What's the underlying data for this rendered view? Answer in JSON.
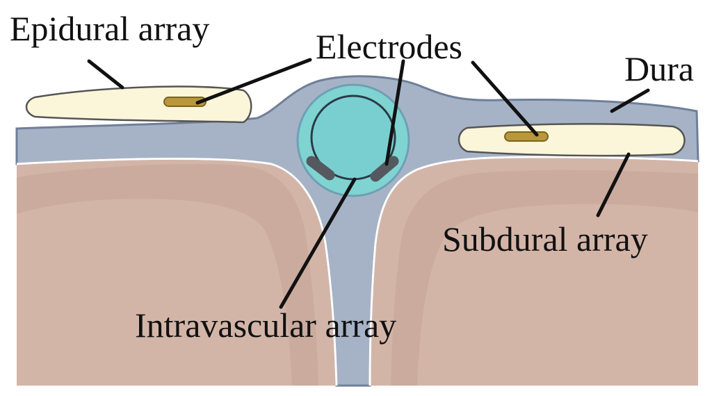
{
  "labels": {
    "epidural": "Epidural array",
    "electrodes": "Electrodes",
    "dura": "Dura",
    "subdural": "Subdural array",
    "intravascular": "Intravascular array"
  },
  "colors": {
    "brain": "#d3b5a8",
    "brain_shadow": "#c4a293",
    "dura": "#a6b3c6",
    "dura_outline": "#6f7f98",
    "vessel": "#7fd3d0",
    "vessel_core": "#79cfd0",
    "array": "#fbf6d9",
    "electrode": "#b9973a",
    "intravascular_electrode": "#55595f"
  }
}
